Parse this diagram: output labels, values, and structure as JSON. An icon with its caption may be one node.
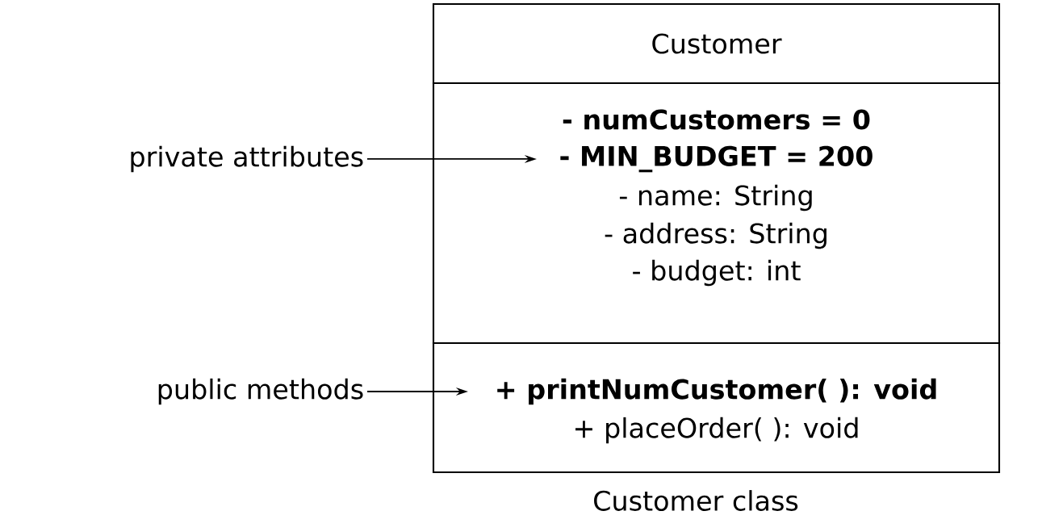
{
  "diagram": {
    "caption": "Customer class",
    "nodes": [
      {
        "text": [
          "Customer"
        ]
      },
      {
        "text": [
          "**- numCustomers = 0**",
          "**- MIN_BUDGET = 200**",
          "- name: String",
          "- address: String",
          "- budget: int"
        ]
      },
      {
        "text": [
          "**+ printNumCustomer( ): void**",
          "+ placeOrder( ): void"
        ]
      },
      {
        "text": [
          "private attributes"
        ]
      },
      {
        "text": [
          "public methods"
        ]
      }
    ],
    "edges": [
      {
        "from": 3,
        "to": 1,
        "arrow": "to"
      },
      {
        "from": 4,
        "to": 2,
        "arrow": "to"
      }
    ]
  }
}
